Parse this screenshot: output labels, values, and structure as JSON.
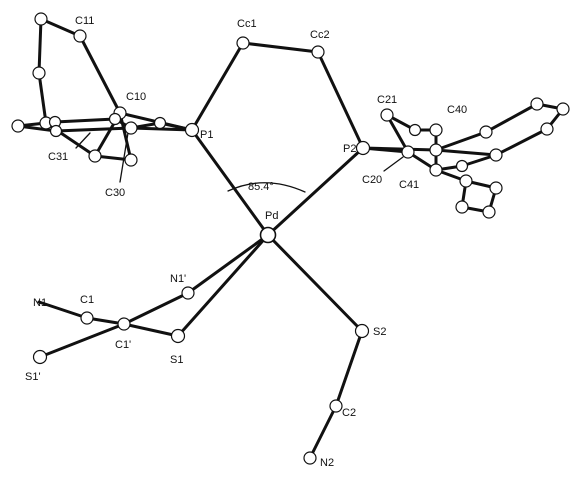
{
  "diagram": {
    "colors": {
      "ink": "#111111",
      "paper": "#ffffff"
    },
    "labels": {
      "cc1": "Cc1",
      "cc2": "Cc2",
      "c11": "C11",
      "c10": "C10",
      "p1": "P1",
      "p2": "P2",
      "c21": "C21",
      "c40": "C40",
      "c31": "C31",
      "c30": "C30",
      "c20": "C20",
      "c41": "C41",
      "angle": "85.4°",
      "pd": "Pd",
      "n1": "N1",
      "n1p": "N1'",
      "c1": "C1",
      "c1p": "C1'",
      "s1": "S1",
      "s1p": "S1'",
      "s2": "S2",
      "c2": "C2",
      "n2": "N2"
    }
  }
}
